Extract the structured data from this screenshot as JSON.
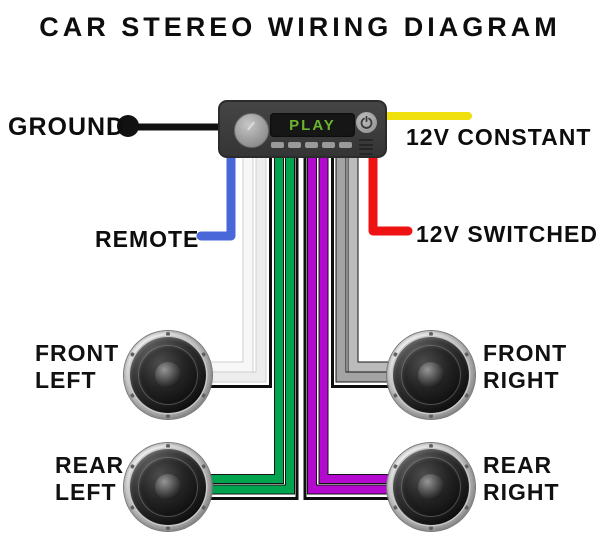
{
  "title": "CAR STEREO WIRING DIAGRAM",
  "head_unit": {
    "display_text": "PLAY",
    "display_color": "#6cb52e",
    "body_color": "#3b3b3b"
  },
  "connections": {
    "ground": {
      "label": "GROUND",
      "color": "#111111"
    },
    "constant": {
      "label": "12V CONSTANT",
      "color": "#efe00e"
    },
    "remote": {
      "label": "REMOTE",
      "color": "#4a67d9"
    },
    "switched": {
      "label": "12V SWITCHED",
      "color": "#ee1212"
    },
    "front_left": {
      "label_line1": "FRONT",
      "label_line2": "LEFT",
      "color": "#f7f7f7",
      "color2": "#ededed"
    },
    "rear_left": {
      "label_line1": "REAR",
      "label_line2": "LEFT",
      "color": "#00a44f",
      "color2": "#00a44f"
    },
    "front_right": {
      "label_line1": "FRONT",
      "label_line2": "RIGHT",
      "color": "#bbbbbb",
      "color2": "#a3a3a3"
    },
    "rear_right": {
      "label_line1": "REAR",
      "label_line2": "RIGHT",
      "color": "#b409cf",
      "color2": "#b409cf"
    }
  }
}
